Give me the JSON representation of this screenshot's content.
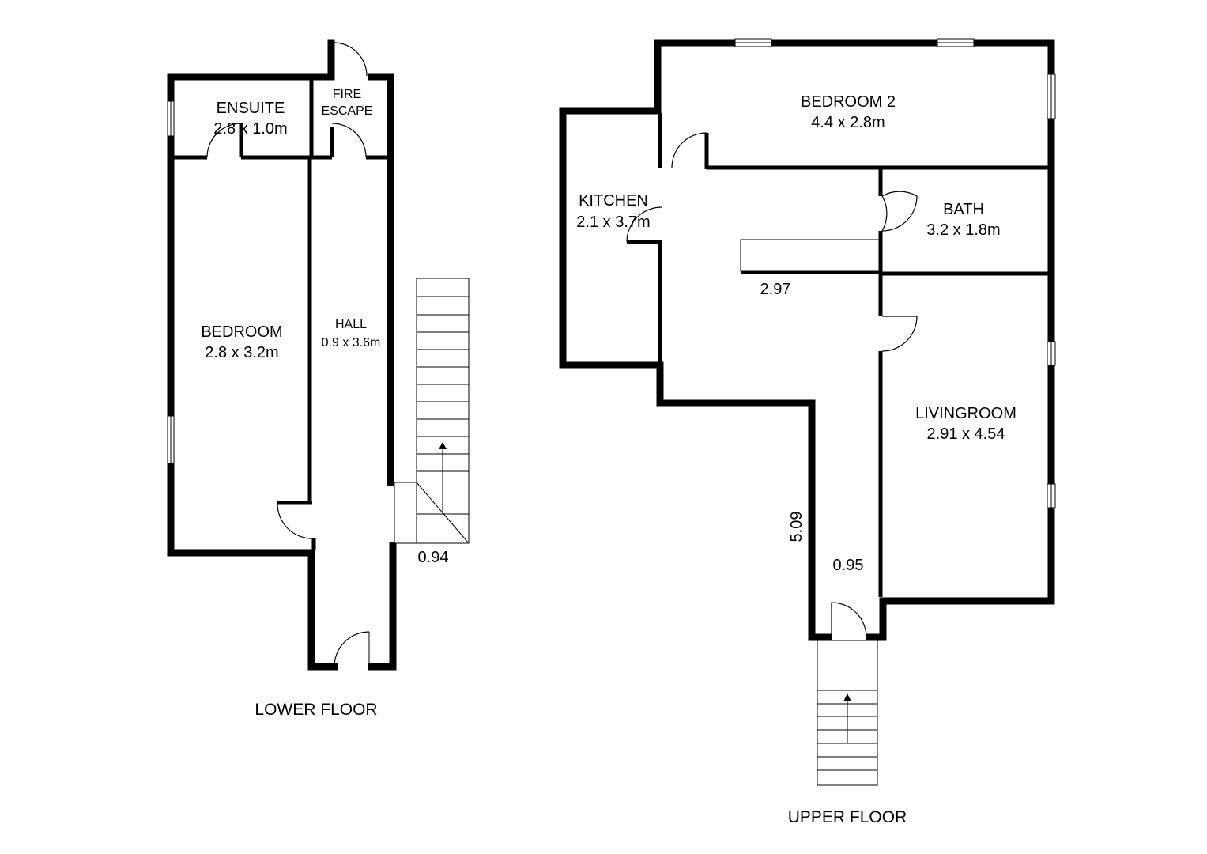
{
  "lower_floor": {
    "title": "LOWER FLOOR",
    "rooms": {
      "ensuite": {
        "name": "ENSUITE",
        "size": "2.8 x 1.0m"
      },
      "fire_escape": {
        "line1": "FIRE",
        "line2": "ESCAPE"
      },
      "bedroom": {
        "name": "BEDROOM",
        "size": "2.8 x 3.2m"
      },
      "hall": {
        "name": "HALL",
        "size": "0.9 x 3.6m"
      }
    },
    "stair_width": "0.94"
  },
  "upper_floor": {
    "title": "UPPER FLOOR",
    "rooms": {
      "bedroom2": {
        "name": "BEDROOM 2",
        "size": "4.4 x 2.8m"
      },
      "kitchen": {
        "name": "KITCHEN",
        "size": "2.1 x 3.7m"
      },
      "bath": {
        "name": "BATH",
        "size": "3.2 x 1.8m"
      },
      "livingroom": {
        "name": "LIVINGROOM",
        "size": "2.91 x 4.54"
      }
    },
    "dimensions": {
      "hall_width": "2.97",
      "corridor_length": "5.09",
      "corridor_width": "0.95"
    }
  }
}
